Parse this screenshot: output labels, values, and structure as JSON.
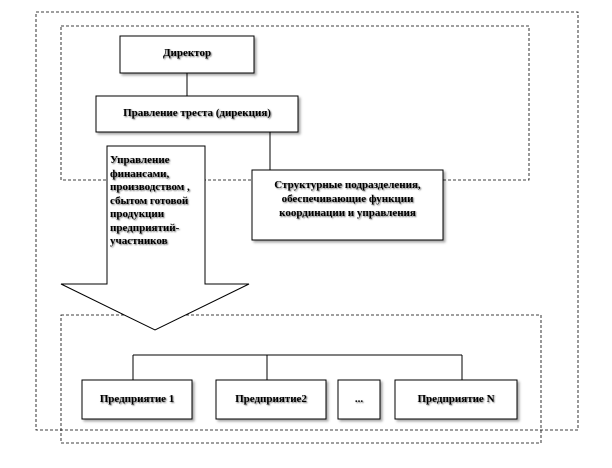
{
  "director": "Директор",
  "trust_management": "Правление треста (дирекция)",
  "arrow_text": "Управление финансами, производством , сбытом готовой продукции предприятий-участников",
  "structural_units": "Структурные подразделения, обеспечивающие функции координации и управления",
  "enterprises": [
    "Предприятие 1",
    "Предприятие2",
    "...",
    "Предприятие N"
  ]
}
